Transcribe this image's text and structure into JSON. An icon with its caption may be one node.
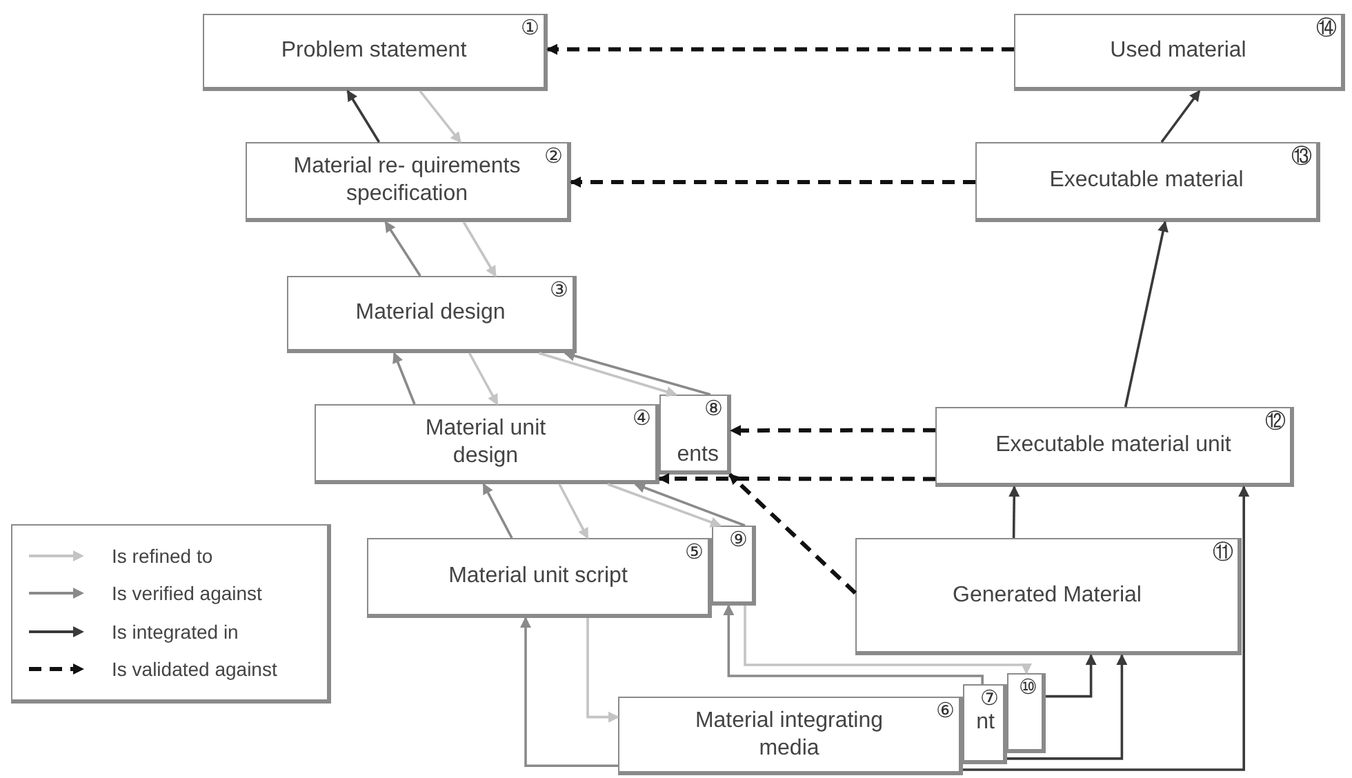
{
  "diagram": {
    "nodes": [
      {
        "text": [
          "Problem statement",
          "①"
        ]
      },
      {
        "text": [
          "Material re- quirements specification",
          "②"
        ]
      },
      {
        "text": [
          "Material design",
          "③"
        ]
      },
      {
        "text": [
          "Material unit design",
          "④"
        ]
      },
      {
        "text": [
          "⑧",
          "ents"
        ]
      },
      {
        "text": [
          "Material unit script",
          "⑤"
        ]
      },
      {
        "text": [
          "⑨"
        ]
      },
      {
        "text": [
          "Material integrating media",
          "⑥"
        ]
      },
      {
        "text": [
          "⑦",
          "nt"
        ]
      },
      {
        "text": [
          "⑩"
        ]
      },
      {
        "text": [
          "Generated Material",
          "⑪"
        ]
      },
      {
        "text": [
          "Executable material unit",
          "⑫"
        ]
      },
      {
        "text": [
          "Executable material",
          "⑬"
        ]
      },
      {
        "text": [
          "Used material",
          "⑭"
        ]
      }
    ],
    "edges": [
      {
        "from": 1,
        "to": 0,
        "arrow": "to",
        "color": "#3a3a3a"
      },
      {
        "from": 0,
        "to": 1,
        "arrow": "to",
        "color": "#c4c4c4"
      },
      {
        "from": 2,
        "to": 1,
        "arrow": "to",
        "color": "#8a8a8a"
      },
      {
        "from": 1,
        "to": 2,
        "arrow": "to",
        "color": "#c4c4c4"
      },
      {
        "from": 3,
        "to": 2,
        "arrow": "to",
        "color": "#8a8a8a"
      },
      {
        "from": 4,
        "to": 2,
        "arrow": "to",
        "color": "#8a8a8a"
      },
      {
        "from": 2,
        "to": 3,
        "arrow": "to",
        "color": "#c4c4c4"
      },
      {
        "from": 2,
        "to": 4,
        "arrow": "to",
        "color": "#c4c4c4"
      },
      {
        "from": 5,
        "to": 3,
        "arrow": "to",
        "color": "#8a8a8a"
      },
      {
        "from": 6,
        "to": 3,
        "arrow": "to",
        "color": "#8a8a8a"
      },
      {
        "from": 3,
        "to": 5,
        "arrow": "to",
        "color": "#c4c4c4"
      },
      {
        "from": 3,
        "to": 6,
        "arrow": "to",
        "color": "#c4c4c4"
      },
      {
        "from": 7,
        "to": 5,
        "arrow": "to",
        "color": "#8a8a8a"
      },
      {
        "from": 5,
        "to": 7,
        "arrow": "to",
        "color": "#c4c4c4"
      },
      {
        "from": 8,
        "to": 6,
        "arrow": "to",
        "color": "#8a8a8a"
      },
      {
        "from": 6,
        "to": 9,
        "arrow": "to",
        "color": "#c4c4c4"
      },
      {
        "from": 9,
        "to": 10,
        "arrow": "to",
        "color": "#3a3a3a"
      },
      {
        "from": 8,
        "to": 10,
        "arrow": "to",
        "color": "#3a3a3a"
      },
      {
        "from": 7,
        "to": 11,
        "arrow": "to",
        "color": "#3a3a3a"
      },
      {
        "from": 10,
        "to": 11,
        "arrow": "to",
        "color": "#3a3a3a"
      },
      {
        "from": 11,
        "to": 12,
        "arrow": "to",
        "color": "#3a3a3a"
      },
      {
        "from": 12,
        "to": 13,
        "arrow": "to",
        "color": "#3a3a3a"
      },
      {
        "from": 13,
        "to": 0,
        "arrow": "to",
        "style": "dashed",
        "color": "#111111"
      },
      {
        "from": 12,
        "to": 1,
        "arrow": "to",
        "style": "dashed",
        "color": "#111111"
      },
      {
        "from": 11,
        "to": 4,
        "arrow": "to",
        "style": "dashed",
        "color": "#111111"
      },
      {
        "from": 11,
        "to": 3,
        "arrow": "to",
        "style": "dashed",
        "color": "#111111"
      },
      {
        "from": 10,
        "to": 4,
        "arrow": "to",
        "style": "dashed",
        "color": "#111111"
      }
    ],
    "legend": [
      {
        "text": "Is refined to"
      },
      {
        "text": "Is verified against"
      },
      {
        "text": "Is integrated in"
      },
      {
        "text": "Is validated against"
      }
    ]
  }
}
